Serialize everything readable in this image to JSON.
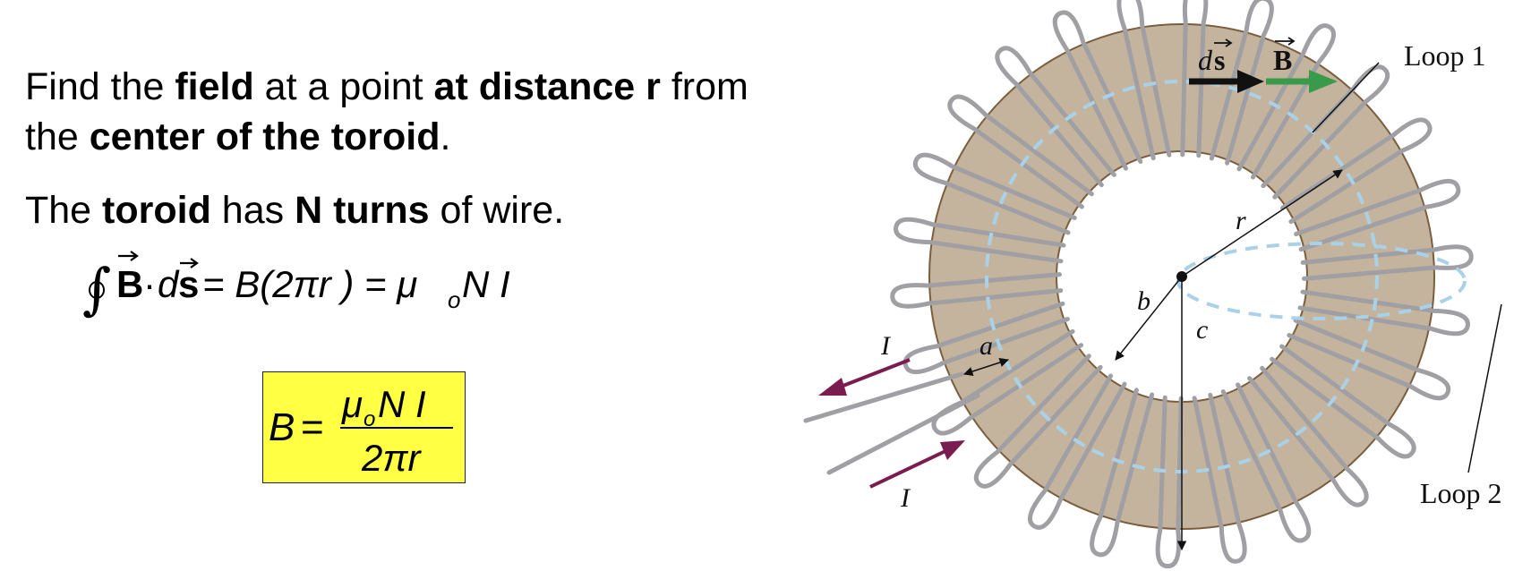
{
  "text": {
    "l1_a": "Find the ",
    "l1_b": "field",
    "l1_c": " at a point ",
    "l1_d": "at distance r",
    "l1_e": " from",
    "l2_a": "the ",
    "l2_b": "center of the toroid",
    "l2_c": ".",
    "l3_a": "The ",
    "l3_b": "toroid",
    "l3_c": " has ",
    "l3_d": "N turns",
    "l3_e": " of wire."
  },
  "equation": {
    "lhs_B": "B",
    "dot": "·",
    "lhs_d": "d",
    "lhs_s": "s",
    "mid": "= B(2πr ) = μ",
    "sub_o": "o",
    "rhs": "N I"
  },
  "answer": {
    "B": "B",
    "eq": "=",
    "mu": "μ",
    "sub_o": "o",
    "NI": "N I",
    "den": "2πr"
  },
  "diagram": {
    "loop1": "Loop 1",
    "loop2": "Loop 2",
    "ds_d": "d",
    "ds_s": "s",
    "B": "B",
    "r": "r",
    "a": "a",
    "b": "b",
    "c": "c",
    "I_out": "I",
    "I_in": "I"
  },
  "colors": {
    "toroid": "#c4b49d",
    "wire": "#a0a0a4",
    "dashed": "#a9d1e8",
    "green_arrow": "#3a9a4b",
    "current_arrow": "#7a1c4f",
    "highlight": "#ffff44"
  }
}
